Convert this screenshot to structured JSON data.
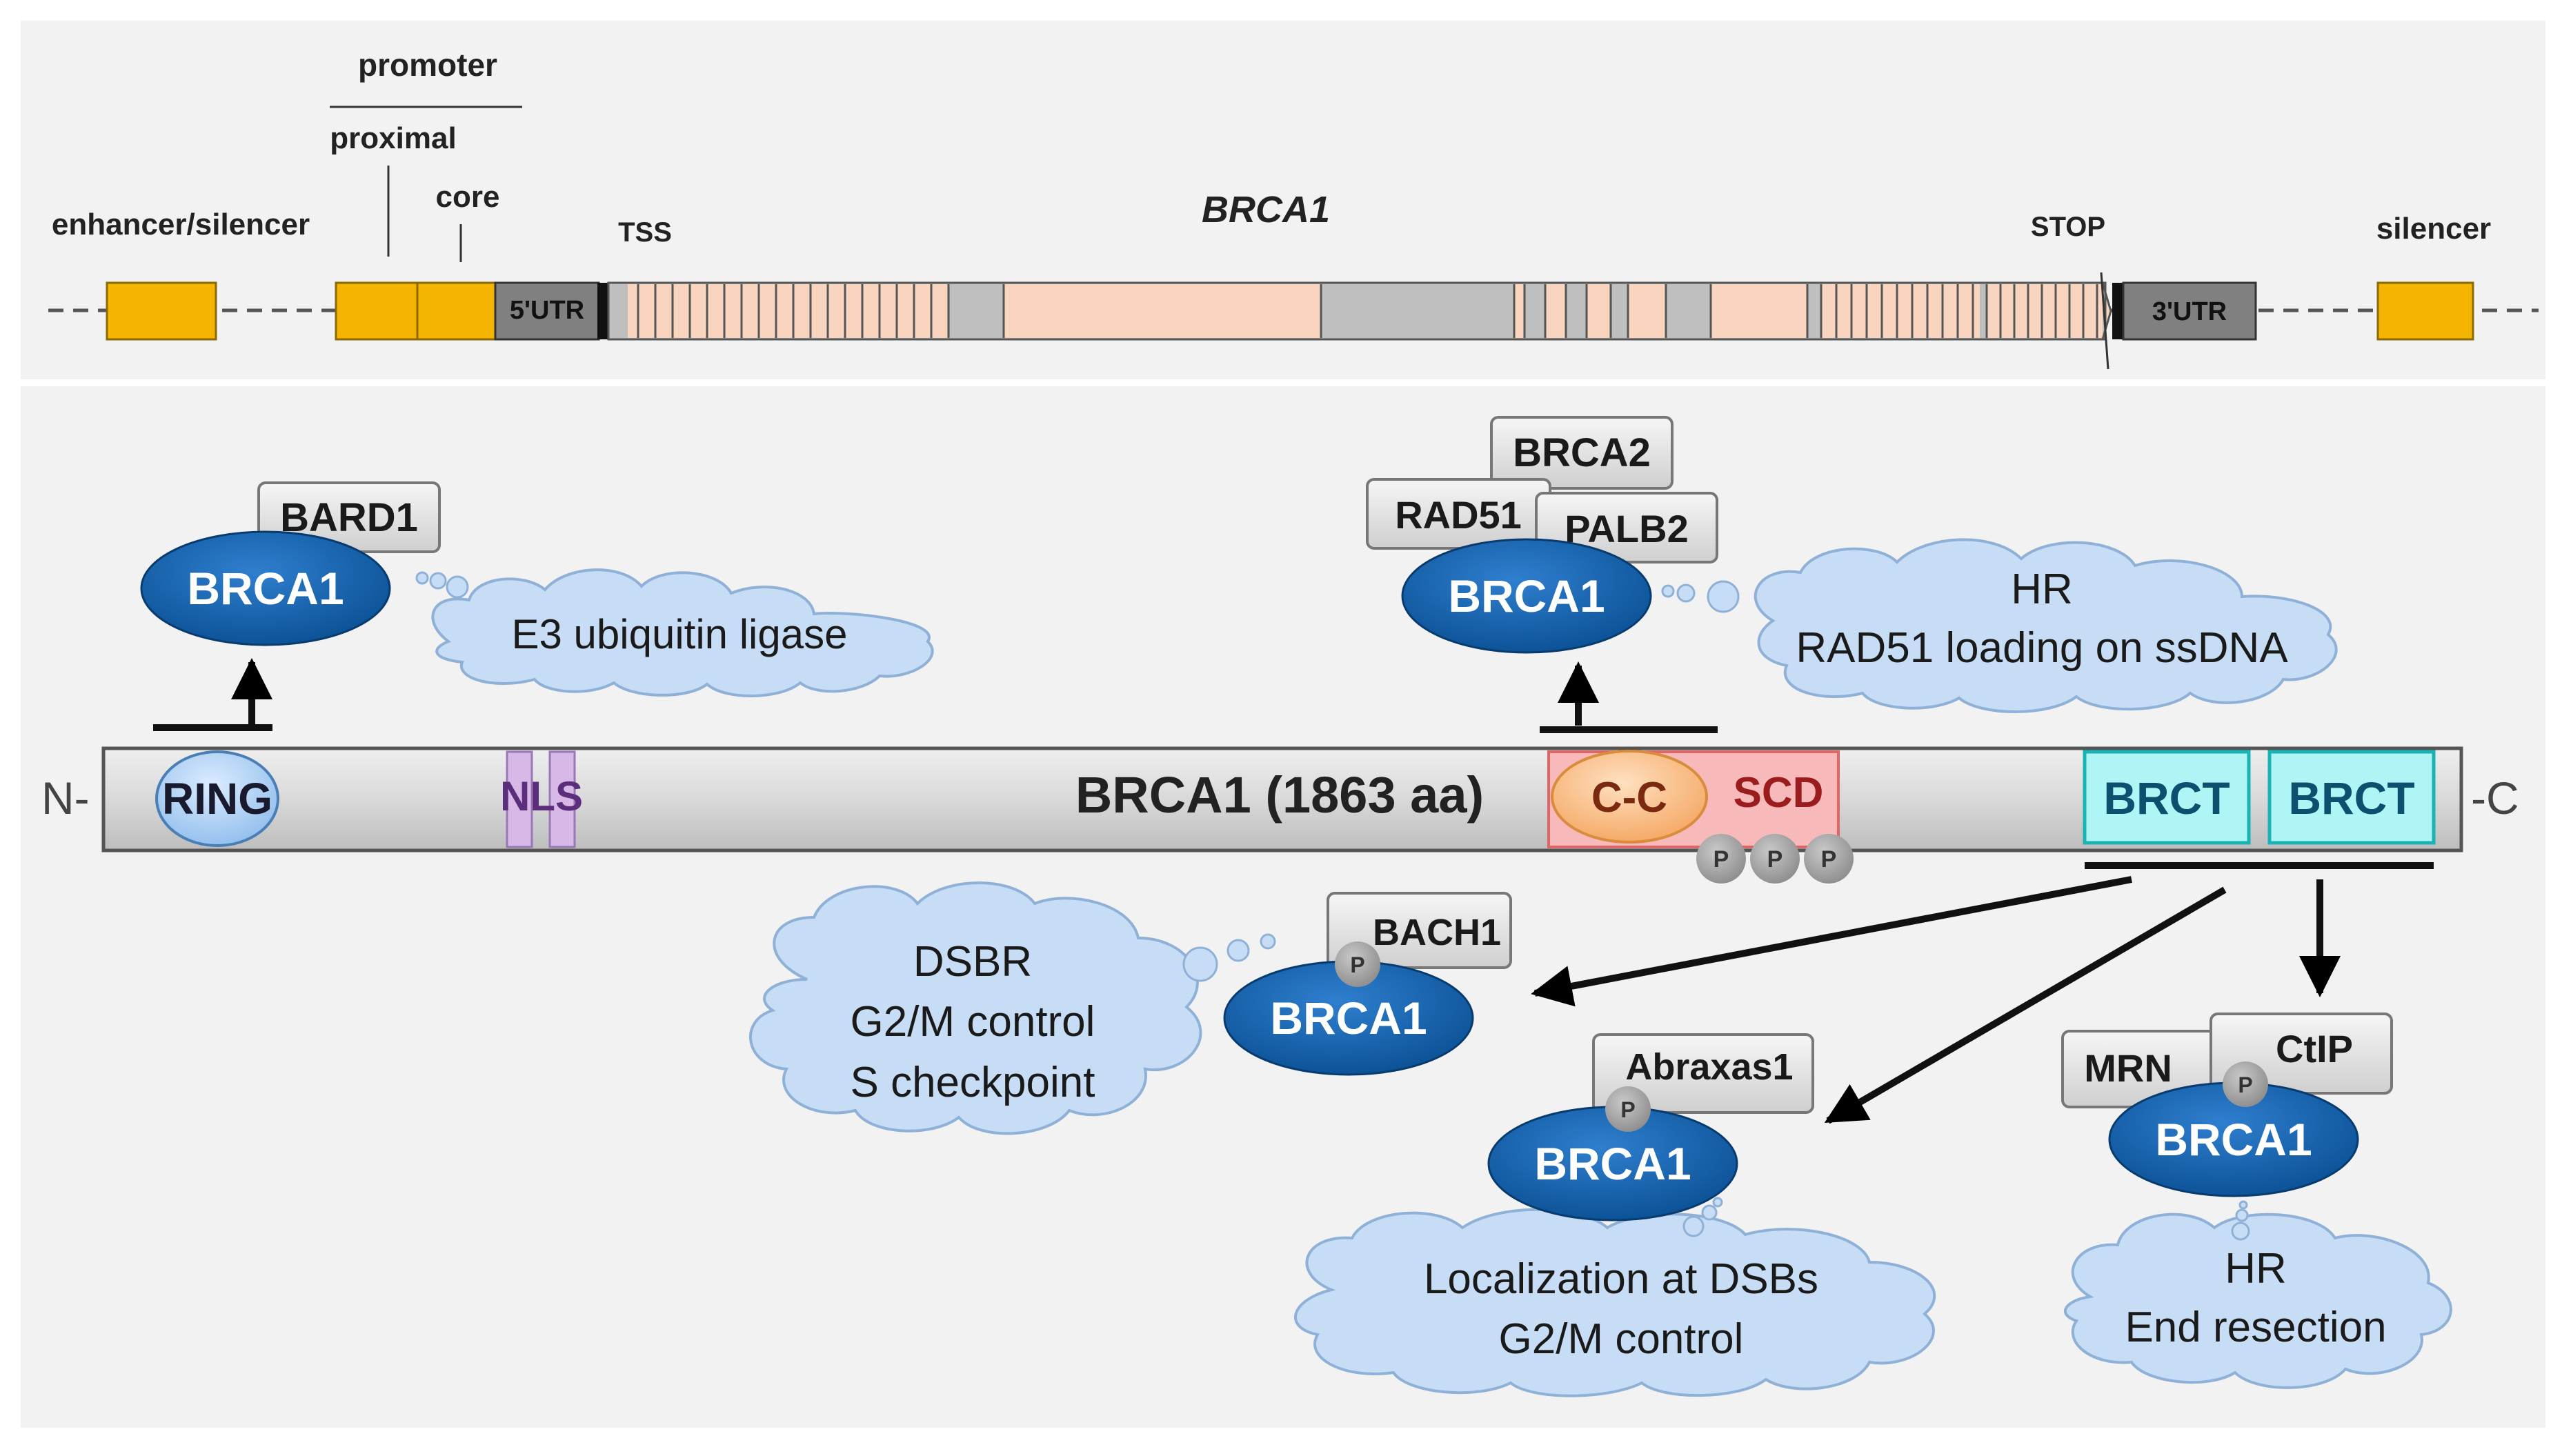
{
  "gene_map": {
    "labels": {
      "promoter": "promoter",
      "proximal": "proximal",
      "core": "core",
      "enhancer": "enhancer/silencer",
      "tss": "TSS",
      "gene": "BRCA1",
      "stop": "STOP",
      "silencer": "silencer"
    },
    "utr5": "5'UTR",
    "utr3": "3'UTR"
  },
  "protein": {
    "title": "BRCA1 (1863 aa)",
    "n_term": "N-",
    "c_term": "-C",
    "domains": {
      "ring": "RING",
      "nls": "NLS",
      "cc": "C-C",
      "scd": "SCD",
      "brct1": "BRCT",
      "brct2": "BRCT"
    },
    "phospho": "P"
  },
  "complexes": {
    "ring_complex": {
      "core": "BRCA1",
      "partner": "BARD1",
      "function_lines": [
        "E3 ubiquitin ligase"
      ]
    },
    "cc_complex": {
      "core": "BRCA1",
      "partners": [
        "BRCA2",
        "RAD51",
        "PALB2"
      ],
      "function_lines": [
        "HR",
        "RAD51 loading on ssDNA"
      ]
    },
    "bach1_complex": {
      "core": "BRCA1",
      "partner": "BACH1",
      "function_lines": [
        "DSBR",
        "G2/M control",
        "S checkpoint"
      ]
    },
    "abraxas_complex": {
      "core": "BRCA1",
      "partner": "Abraxas1",
      "function_lines": [
        "Localization at DSBs",
        "G2/M control"
      ]
    },
    "ctip_complex": {
      "core": "BRCA1",
      "partners": [
        "MRN",
        "CtIP"
      ],
      "function_lines": [
        "HR",
        "End resection"
      ]
    }
  },
  "colors": {
    "exon": "#f9d5bf",
    "intron": "#bfbfbf",
    "regulatory": "#f5b400",
    "utr": "#808080",
    "brca1_oval": "#0d5ea8",
    "cloud": "#c6ddf5",
    "brct": "#aff5f5",
    "scd": "#f7b9b9",
    "cc": "#f9c79a",
    "nls": "#d7b8e6",
    "ring": "#b8d6f5"
  }
}
